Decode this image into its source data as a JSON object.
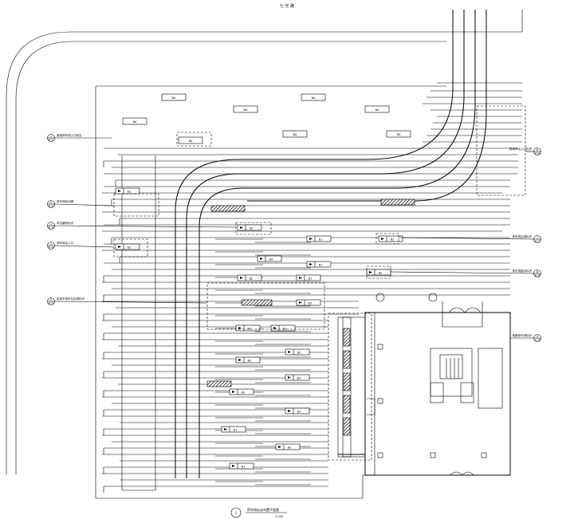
{
  "road_name": "七 光 路",
  "zone_tags": [
    "BA",
    "BA",
    "BA",
    "BA",
    "BA",
    "BA",
    "BA",
    "BA"
  ],
  "unit_labels": [
    "B2",
    "B1",
    "B2",
    "B3",
    "B1",
    "B2",
    "B1",
    "B2",
    "B2",
    "B3",
    "B2",
    "B2",
    "B3",
    "B2",
    "B3",
    "B1",
    "B1",
    "B1",
    "B2",
    "B1",
    "B1"
  ],
  "callouts": [
    {
      "num": "1",
      "sub": "0-1",
      "text": "景观停车场入口标志"
    },
    {
      "num": "2",
      "sub": "0-2",
      "text": "停车场标识牌"
    },
    {
      "num": "3",
      "sub": "0-3",
      "text": "车位编号标识"
    },
    {
      "num": "4",
      "sub": "0-4",
      "text": "停车场出入口"
    },
    {
      "num": "5",
      "sub": "0-5",
      "text": "机动车停车位区域标识"
    },
    {
      "num": "6",
      "sub": "0-6",
      "text": "机动车出入口标识"
    },
    {
      "num": "7",
      "sub": "0-7",
      "text": "停车场区域标识"
    },
    {
      "num": "8",
      "sub": "0-8",
      "text": "停车场指示标识"
    },
    {
      "num": "9",
      "sub": "0-9",
      "text": "地面停车场标识"
    }
  ],
  "drawing_title": {
    "num": "1",
    "text": "停车场标志布置平面图",
    "scale": "1:300"
  }
}
